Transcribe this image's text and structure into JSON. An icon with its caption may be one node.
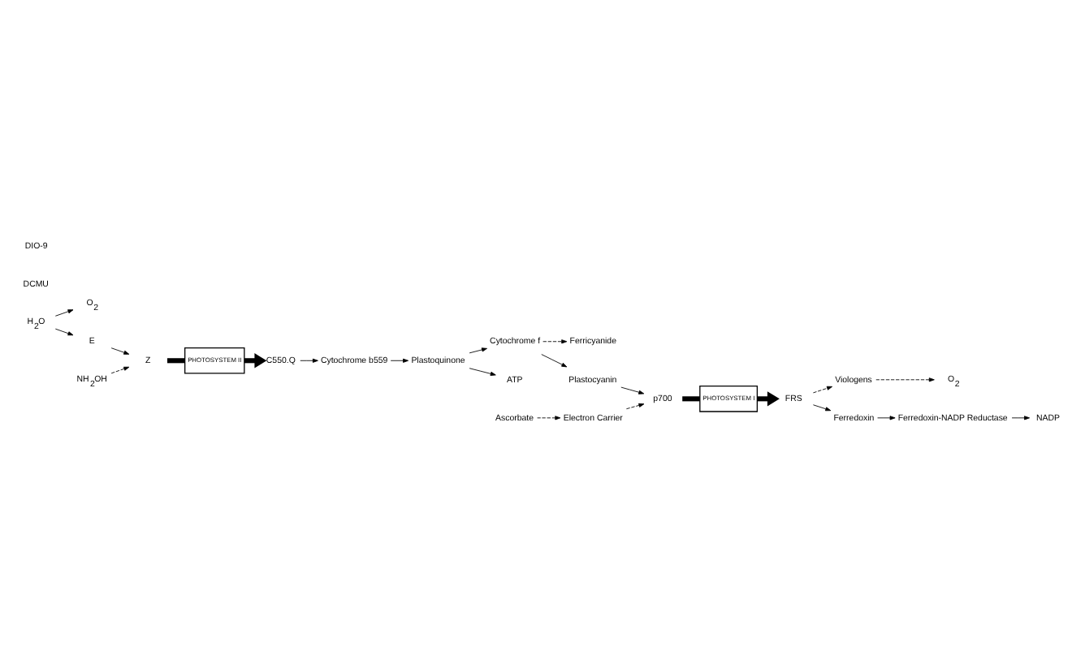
{
  "diagram": {
    "nodes": [
      {
        "text": [
          "H$_{2}$O"
        ]
      },
      {
        "text": [
          "O$_{2}$"
        ]
      },
      {
        "text": [
          "E"
        ]
      },
      {
        "text": [
          "Z"
        ]
      },
      {
        "text": [
          "NH$_{2}$OH"
        ]
      },
      {
        "text": [
          "PHOTOSYSTEM II"
        ]
      },
      {
        "text": [
          "C550.Q"
        ]
      },
      {
        "text": [
          "Cytochrome b559"
        ]
      },
      {
        "text": [
          "Plastoquinone"
        ]
      },
      {
        "text": [
          "Cytochrome f"
        ]
      },
      {
        "text": [
          "ATP"
        ]
      },
      {
        "text": [
          "Ferricyanide"
        ]
      },
      {
        "text": [
          "Ascorbate"
        ]
      },
      {
        "text": [
          "Electron Carrier"
        ]
      },
      {
        "text": [
          "Plastocyanin"
        ]
      },
      {
        "text": [
          "p700"
        ]
      },
      {
        "text": [
          "PHOTOSYSTEM I"
        ]
      },
      {
        "text": [
          "FRS"
        ]
      },
      {
        "text": [
          "Viologens"
        ]
      },
      {
        "text": [
          "O$_{2}$"
        ]
      },
      {
        "text": [
          "Ferredoxin"
        ]
      },
      {
        "text": [
          "Ferredoxin-NADP Reductase"
        ]
      },
      {
        "text": [
          "NADP"
        ]
      }
    ],
    "edges": [
      {
        "from": 0,
        "to": 1,
        "arrow": "to"
      },
      {
        "from": 0,
        "to": 2,
        "arrow": "to"
      },
      {
        "from": 2,
        "to": 3,
        "arrow": "to"
      },
      {
        "from": 4,
        "to": 3,
        "arrow": "to",
        "style": "dashed"
      },
      {
        "from": 3,
        "to": 5,
        "arrow": "none",
        "style": "thick"
      },
      {
        "from": 5,
        "to": 6,
        "arrow": "to",
        "style": "thick"
      },
      {
        "from": 6,
        "to": 7,
        "arrow": "to"
      },
      {
        "from": 7,
        "to": 8,
        "arrow": "to"
      },
      {
        "from": 8,
        "to": 9,
        "arrow": "to"
      },
      {
        "from": 8,
        "to": 10,
        "arrow": "to"
      },
      {
        "from": 9,
        "to": 14,
        "arrow": "to"
      },
      {
        "from": 9,
        "to": 11,
        "arrow": "to",
        "style": "dashed"
      },
      {
        "from": 12,
        "to": 13,
        "arrow": "to",
        "style": "dashed"
      },
      {
        "from": 13,
        "to": 15,
        "arrow": "to",
        "style": "dashed"
      },
      {
        "from": 14,
        "to": 15,
        "arrow": "to"
      },
      {
        "from": 15,
        "to": 16,
        "arrow": "none",
        "style": "thick"
      },
      {
        "from": 16,
        "to": 17,
        "arrow": "to",
        "style": "thick"
      },
      {
        "from": 17,
        "to": 18,
        "arrow": "to",
        "style": "dashed"
      },
      {
        "from": 18,
        "to": 19,
        "arrow": "to",
        "style": "dashed"
      },
      {
        "from": 17,
        "to": 20,
        "arrow": "to"
      },
      {
        "from": 20,
        "to": 21,
        "arrow": "to"
      },
      {
        "from": 21,
        "to": 22,
        "arrow": "to"
      }
    ],
    "labels": [
      "DCMU",
      "DIO-9"
    ]
  }
}
